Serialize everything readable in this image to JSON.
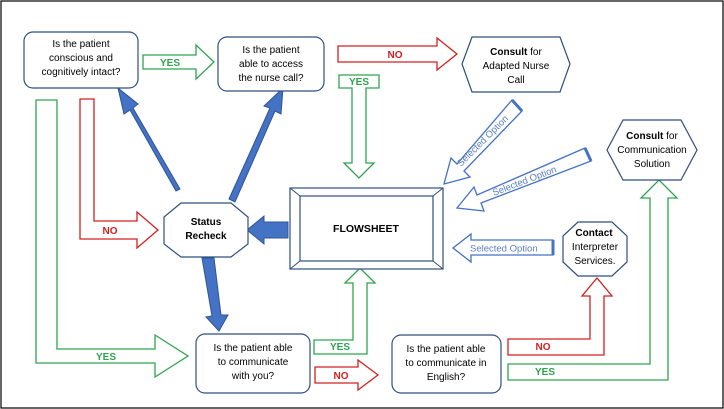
{
  "nodes": {
    "conscious": [
      "Is the patient",
      "conscious and",
      "cognitively intact?"
    ],
    "nurse_call": [
      "Is the patient",
      "able to access",
      "the nurse call?"
    ],
    "consult_nurse": {
      "bold": "Consult",
      "rest": " for",
      "lines": [
        "Adapted Nurse",
        "Call"
      ]
    },
    "consult_comm": {
      "bold": "Consult",
      "rest": " for",
      "lines": [
        "Communication",
        "Solution"
      ]
    },
    "status": [
      "Status",
      "Recheck"
    ],
    "flowsheet": "FLOWSHEET",
    "interpreter": {
      "bold": "Contact",
      "lines": [
        "Interpreter",
        "Services."
      ]
    },
    "communicate": [
      "Is the patient able",
      "to communicate",
      "with you?"
    ],
    "english": [
      "Is the patient able",
      "to communicate in",
      "English?"
    ]
  },
  "labels": {
    "yes": "YES",
    "no": "NO",
    "selected_option": "Selected Option"
  },
  "colors": {
    "yes_green": "#2ea44f",
    "no_red": "#d42020",
    "blue_arrow": "#4472c4",
    "blue_outline": "#7f9fd0",
    "node_border": "#2f4f7f",
    "label_text": "#5b7fc0"
  }
}
